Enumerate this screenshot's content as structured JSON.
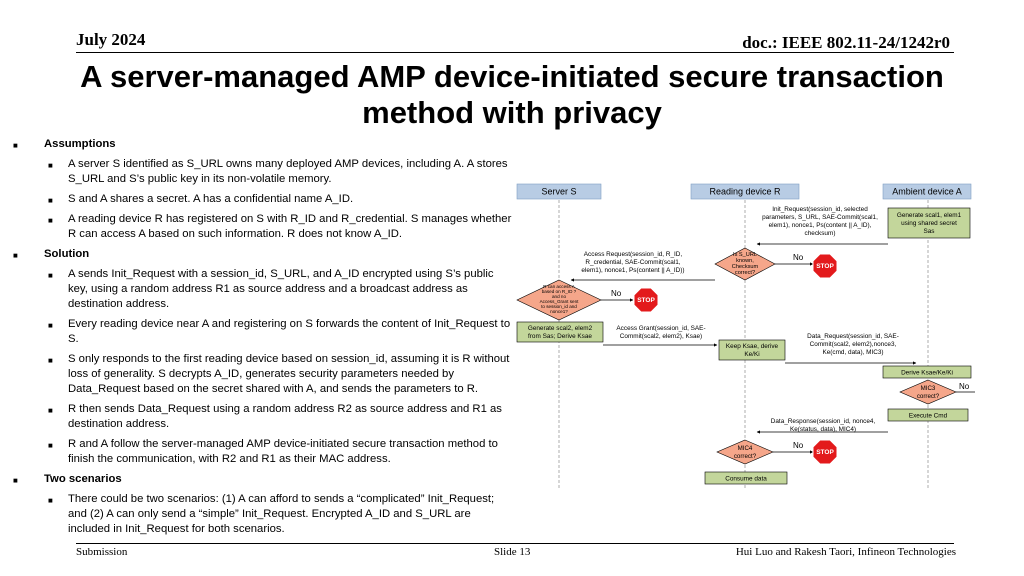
{
  "header": {
    "date": "July 2024",
    "doc": "doc.: IEEE 802.11-24/1242r0"
  },
  "title": "A server-managed AMP device-initiated secure transaction method with privacy",
  "sections": [
    {
      "heading": "Assumptions",
      "items": [
        "A server S identified as S_URL owns many deployed AMP devices, including A. A stores S_URL and S’s public key in its non-volatile memory.",
        "S and A shares a secret. A has a confidential name A_ID.",
        "A reading device R has registered on S with R_ID and R_credential. S manages whether R can access A based on such information. R does not know A_ID."
      ]
    },
    {
      "heading": "Solution",
      "items": [
        "A sends Init_Request with a session_id, S_URL, and A_ID encrypted using S’s public key, using a random address R1 as source address and a broadcast address as destination address.",
        "Every reading device near A and registering on S forwards the content of Init_Request to S.",
        "S only responds to the first reading device based on session_id, assuming it is R without loss of generality. S decrypts A_ID, generates security parameters needed by Data_Request based on the secret shared with A, and sends the parameters to R.",
        "R then sends Data_Request using a random address R2 as source address and R1 as destination address.",
        "R and A follow the server-managed AMP device-initiated secure transaction method to finish the communication, with R2 and R1 as their MAC address."
      ]
    },
    {
      "heading": "Two scenarios",
      "items": [
        "There could be two scenarios: (1) A can afford to sends a “complicated” Init_Request; and (2) A can only send a “simple” Init_Request. Encrypted A_ID and S_URL are included in Init_Request for both scenarios."
      ]
    }
  ],
  "diagram": {
    "lanes": [
      "Server S",
      "Reading device R",
      "Ambient device A"
    ],
    "msg_init": [
      "Init_Request(session_id, selected",
      "parameters, S_URL, SAE-Commit(scal1,",
      "elem1), nonce1, Ps(content || A_ID),",
      "checksum)"
    ],
    "box_gen1": [
      "Generate scal1, elem1",
      "using shared secret",
      "Sas"
    ],
    "dec_r1": [
      "Is S_URL",
      "known,",
      "Checksum",
      "correct?"
    ],
    "no1": "No",
    "stop1": "STOP",
    "msg_access_req": [
      "Access Request(session_id, R_ID,",
      "R_credential, SAE-Commit(scal1,",
      "elem1), nonce1, Ps(content || A_ID))"
    ],
    "dec_s": [
      "R can access A",
      "based on R_ID ?",
      "and no",
      "Access_Grant sent",
      "to session_id and",
      "nonce1?"
    ],
    "no2": "No",
    "stop2": "STOP",
    "box_gen2": [
      "Generate scal2, elem2",
      "from Sas; Derive Ksae"
    ],
    "msg_grant": [
      "Access Grant(session_id, SAE-",
      "Commit(scal2, elem2), Ksae)"
    ],
    "box_keep": [
      "Keep Ksae, derive",
      "Ke/Ki"
    ],
    "msg_data_req": [
      "Data_Request(session_id, SAE-",
      "Commit(scal2, elem2),nonce3,",
      "Ke(cmd, data), MIC3)"
    ],
    "box_derive": "Derive Ksae/Ke/Ki",
    "dec_mic3": [
      "MIC3",
      "correct?"
    ],
    "no3": "No",
    "box_exec": "Execute Cmd",
    "msg_data_resp": [
      "Data_Response(session_id, nonce4,",
      "Ke(status, data), MIC4)"
    ],
    "dec_mic4": [
      "MIC4",
      "correct?"
    ],
    "no4": "No",
    "stop4": "STOP",
    "box_consume": "Consume data",
    "colors": {
      "lane": "#b8cce4",
      "green": "#c3d69b",
      "decision": "#f5a68a",
      "stop": "#e31a1c"
    }
  },
  "footer": {
    "left": "Submission",
    "center": "Slide 13",
    "right": "Hui Luo and Rakesh Taori, Infineon Technologies"
  }
}
